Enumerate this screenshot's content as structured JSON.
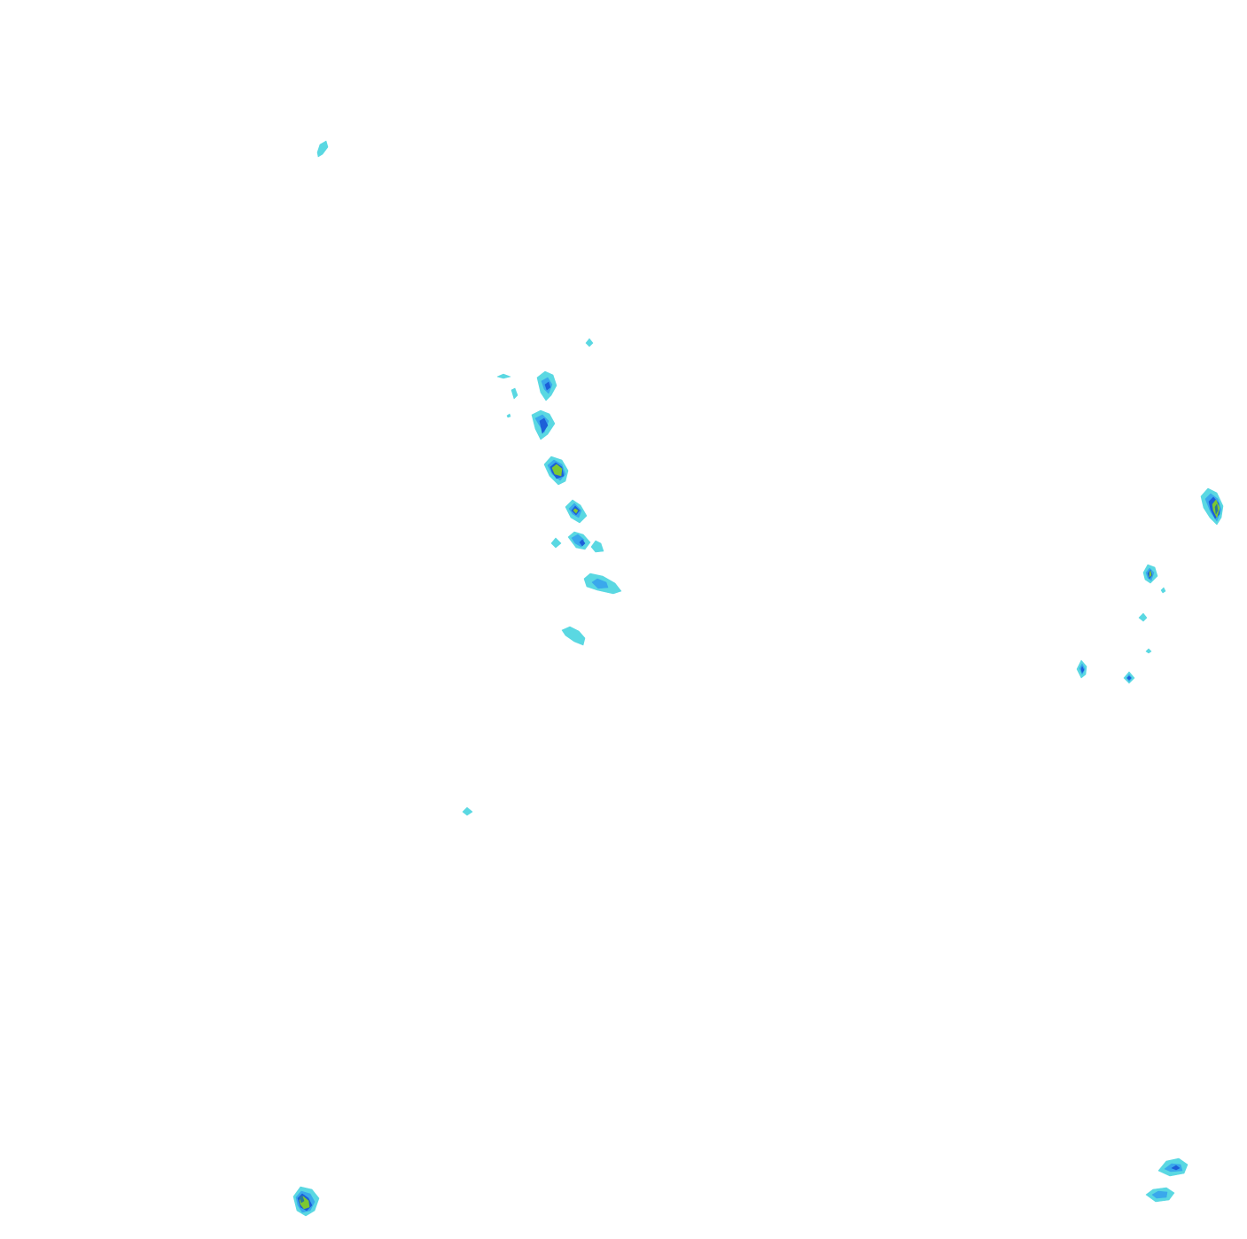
{
  "map": {
    "type": "filled-contour",
    "background": "#ffffff",
    "levels": [
      {
        "name": "level-1",
        "color": "#5ad8e2"
      },
      {
        "name": "level-2",
        "color": "#3aa8ec"
      },
      {
        "name": "level-3",
        "color": "#1d5fd8"
      },
      {
        "name": "level-4",
        "color": "#7cc832"
      },
      {
        "name": "level-5",
        "color": "#2a7a9a"
      }
    ],
    "labels": []
  }
}
